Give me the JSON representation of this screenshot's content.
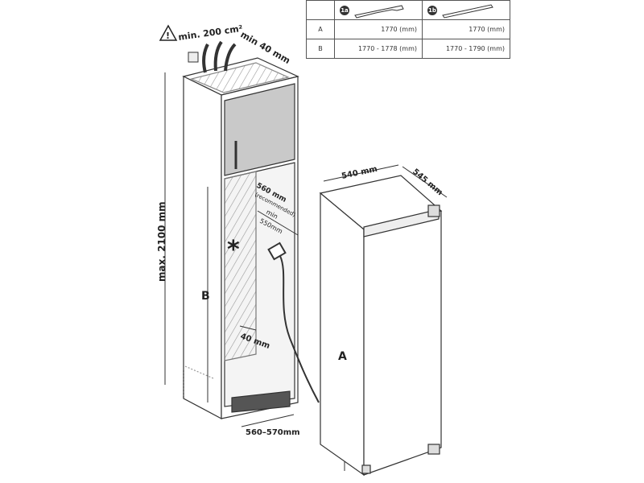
{
  "table": {
    "headers": [
      "",
      "1a",
      "1b"
    ],
    "rows": [
      {
        "label": "A",
        "col_1a": "1770 (mm)",
        "col_1b": "1770 (mm)"
      },
      {
        "label": "B",
        "col_1a": "1770 - 1778  (mm)",
        "col_1b": "1770 - 1790 (mm)"
      }
    ]
  },
  "cabinet": {
    "ventilation": "min. 200 cm²",
    "top_gap": "min 40 mm",
    "max_height": "max. 2100 mm",
    "depth_recommended": "560 mm",
    "recommended_note": "(recommended)",
    "depth_min": "min",
    "depth_min_value": "550mm",
    "height_label": "B",
    "rear_gap": "40 mm",
    "width": "560–570mm",
    "asterisk": "*"
  },
  "fridge": {
    "width": "540 mm",
    "depth": "545 mm",
    "height_label": "A"
  }
}
